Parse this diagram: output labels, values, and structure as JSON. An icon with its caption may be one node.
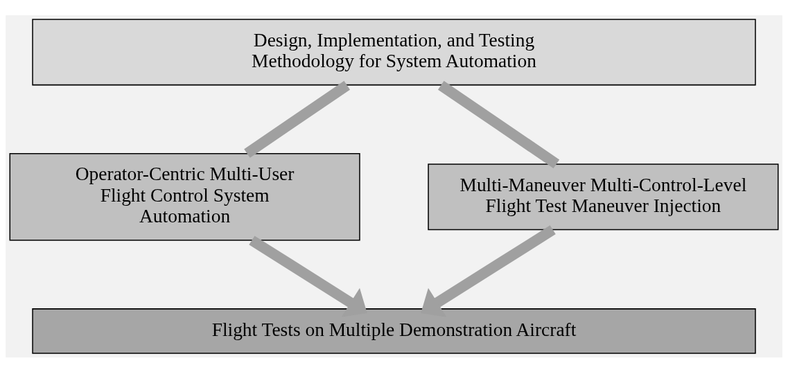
{
  "diagram": {
    "nodes": [
      {
        "text": [
          "Design, Implementation, and Testing Methodology for System Automation"
        ]
      },
      {
        "text": [
          "Operator-Centric Multi-User Flight Control System Automation"
        ]
      },
      {
        "text": [
          "Multi-Maneuver Multi-Control-Level Flight Test Maneuver Injection"
        ]
      },
      {
        "text": [
          "Flight Tests on Multiple Demonstration Aircraft"
        ]
      }
    ],
    "edges": [
      {
        "from": 0,
        "to": 1,
        "arrow": "none"
      },
      {
        "from": 0,
        "to": 2,
        "arrow": "none"
      },
      {
        "from": 1,
        "to": 3,
        "arrow": "to"
      },
      {
        "from": 2,
        "to": 3,
        "arrow": "to"
      }
    ]
  }
}
